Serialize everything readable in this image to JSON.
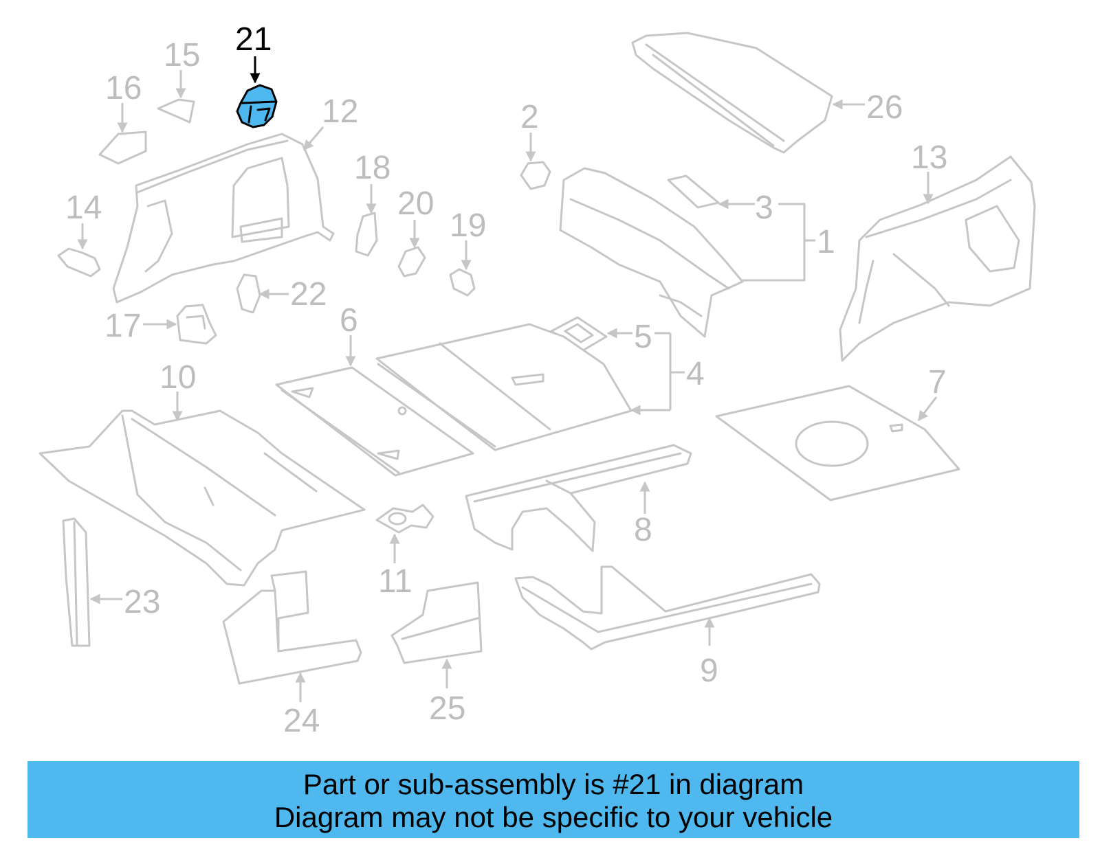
{
  "diagram": {
    "highlight_color": "#4fb8ee",
    "line_color": "#c6c6c6",
    "highlighted_part": "21",
    "callouts": {
      "c1": "1",
      "c2": "2",
      "c3": "3",
      "c4": "4",
      "c5": "5",
      "c6": "6",
      "c7": "7",
      "c8": "8",
      "c9": "9",
      "c10": "10",
      "c11": "11",
      "c12": "12",
      "c13": "13",
      "c14": "14",
      "c15": "15",
      "c16": "16",
      "c17": "17",
      "c18": "18",
      "c19": "19",
      "c20": "20",
      "c21": "21",
      "c22": "22",
      "c23": "23",
      "c24": "24",
      "c25": "25",
      "c26": "26"
    }
  },
  "banner": {
    "line1": "Part or sub-assembly is #21 in diagram",
    "line2": "Diagram may not be specific to your vehicle",
    "background": "#4fb8ee"
  }
}
